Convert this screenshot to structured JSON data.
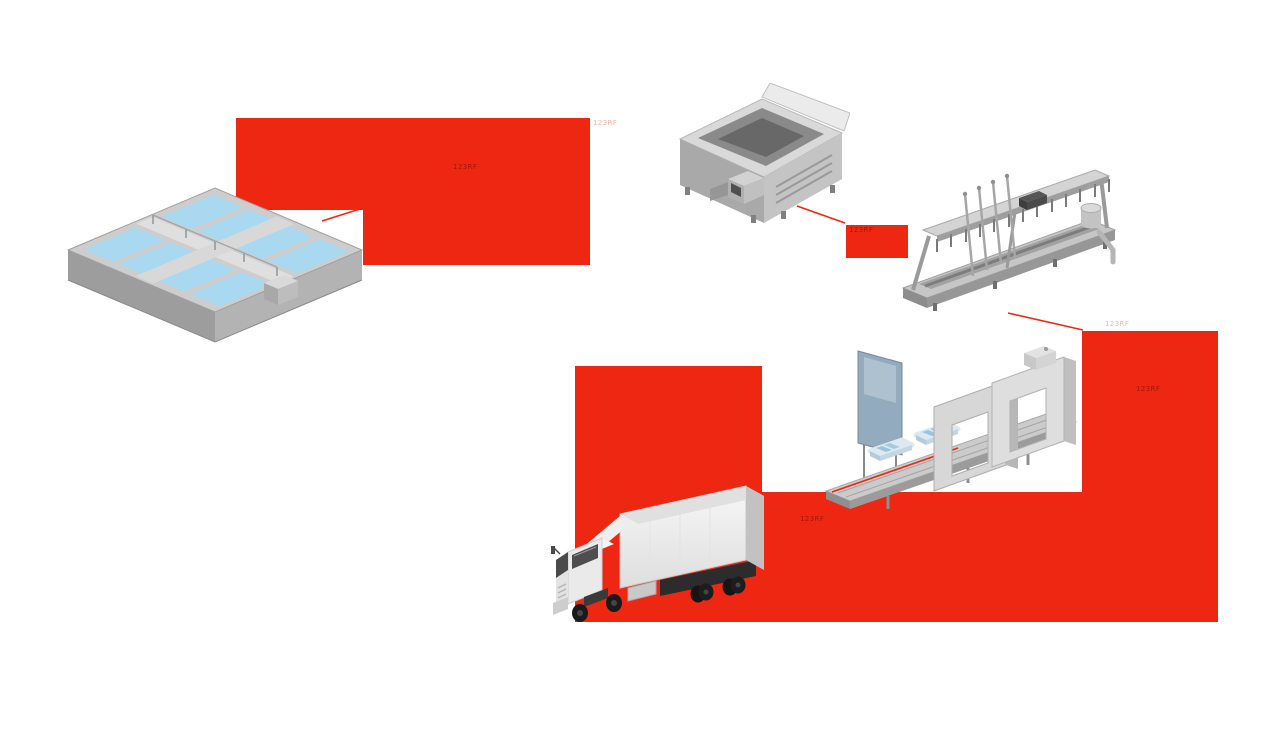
{
  "colors": {
    "flow_red": "#ee2712",
    "water_blue": "#a8d9f1",
    "panel_blue": "#93abbe"
  },
  "diagram": {
    "stages": [
      {
        "id": "aquaculture-basins"
      },
      {
        "id": "receiving-hopper"
      },
      {
        "id": "processing-line"
      },
      {
        "id": "packaging-line"
      },
      {
        "id": "delivery-truck"
      }
    ],
    "watermarks": [
      {
        "text": "123RF"
      },
      {
        "text": "123RF"
      },
      {
        "text": "123RF"
      },
      {
        "text": "123RF"
      },
      {
        "text": "123RF"
      },
      {
        "text": "123RF"
      }
    ]
  }
}
